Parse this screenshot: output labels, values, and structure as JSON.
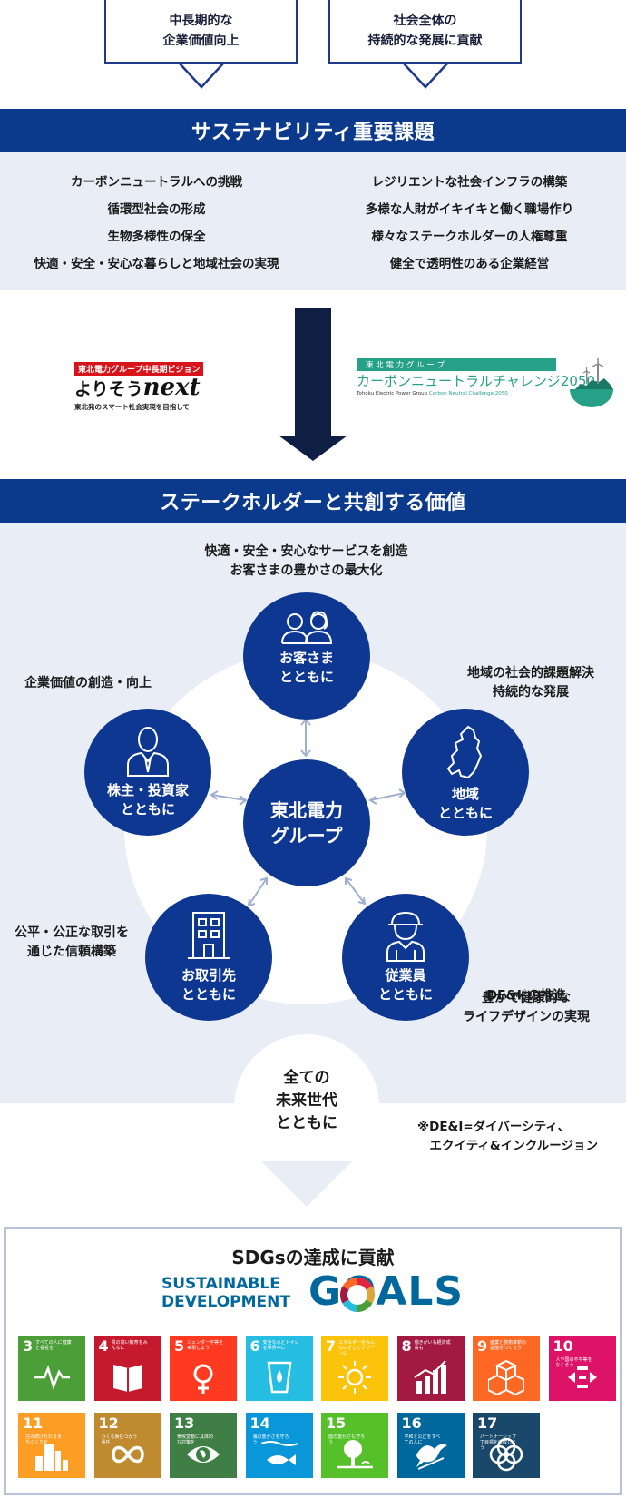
{
  "header_goals": [
    {
      "text": "中長期的な\n企業価値向上"
    },
    {
      "text": "社会全体の\n持続的な発展に貢献"
    }
  ],
  "sustainability": {
    "title": "サステナビリティ重要課題",
    "left_issues": [
      "カーボンニュートラルへの挑戦",
      "循環型社会の形成",
      "生物多様性の保全",
      "快適・安全・安心な暮らしと地域社会の実現"
    ],
    "right_issues": [
      "レジリエントな社会インフラの構築",
      "多様な人財がイキイキと働く職場作り",
      "様々なステークホルダーの人権尊重",
      "健全で透明性のある企業経営"
    ]
  },
  "logos": {
    "vision_tag": "東北電力グループ中長期ビジョン",
    "vision_name_jp": "よりそう",
    "vision_name_en": "next",
    "vision_sub": "東北発のスマート社会実現を目指して",
    "cn_tag": "東 北 電 力 グ ル ー プ",
    "cn_name": "カーボンニュートラルチャレンジ2050",
    "cn_sub_en": "Tohoku Electric Power Group",
    "cn_sub_green": "Carbon Neutral Challenge 2050"
  },
  "cocreation": {
    "title": "ステークホルダーと共創する価値",
    "center": "東北電力\nグループ",
    "customers": {
      "label": "お客さま\nとともに",
      "note": "快適・安全・安心なサービスを創造\nお客さまの豊かさの最大化"
    },
    "shareholders": {
      "label": "株主・投資家\nとともに",
      "note": "企業価値の創造・向上"
    },
    "region": {
      "label": "地域\nとともに",
      "note": "地域の社会的課題解決\n持続的な発展"
    },
    "partners": {
      "label": "お取引先\nとともに",
      "note": "公平・公正な取引を\n通じた信頼構築"
    },
    "employees": {
      "label": "従業員\nとともに",
      "note1": "DE&I",
      "note_sup": "※",
      "note_rest": "の推進",
      "note2": "豊かで健康的な\nライフデザインの実現"
    },
    "future": "全ての\n未来世代\nとともに",
    "footnote": "※DE&I=ダイバーシティ、\n　エクイティ&インクルージョン"
  },
  "sdgs": {
    "title": "SDGsの達成に貢献",
    "logo_line1": "SUSTAINABLE",
    "logo_line2": "DEVELOPMENT",
    "logo_goals": "GOALS",
    "tiles": [
      {
        "num": "3",
        "text": "すべての人に健康と福祉を",
        "color": "#4c9f38",
        "icon": "heartbeat-icon"
      },
      {
        "num": "4",
        "text": "質の高い教育をみんなに",
        "color": "#c5192d",
        "icon": "book-icon"
      },
      {
        "num": "5",
        "text": "ジェンダー平等を実現しよう",
        "color": "#ff3a21",
        "icon": "gender-icon"
      },
      {
        "num": "6",
        "text": "安全な水とトイレを世界中に",
        "color": "#26bde2",
        "icon": "water-icon"
      },
      {
        "num": "7",
        "text": "エネルギーをみんなにそしてクリーンに",
        "color": "#fcc30b",
        "icon": "sun-icon"
      },
      {
        "num": "8",
        "text": "働きがいも経済成長も",
        "color": "#a21942",
        "icon": "growth-icon"
      },
      {
        "num": "9",
        "text": "産業と技術革新の基盤をつくろう",
        "color": "#fd6925",
        "icon": "cubes-icon"
      },
      {
        "num": "10",
        "text": "人や国の不平等をなくそう",
        "color": "#dd1367",
        "icon": "equality-icon"
      },
      {
        "num": "11",
        "text": "住み続けられるまちづくりを",
        "color": "#fd9d24",
        "icon": "city-icon"
      },
      {
        "num": "12",
        "text": "つくる責任つかう責任",
        "color": "#bf8b2e",
        "icon": "infinity-icon"
      },
      {
        "num": "13",
        "text": "気候変動に具体的な対策を",
        "color": "#3f7e44",
        "icon": "eye-globe-icon"
      },
      {
        "num": "14",
        "text": "海の豊かさを守ろう",
        "color": "#0a97d9",
        "icon": "fish-icon"
      },
      {
        "num": "15",
        "text": "陸の豊かさも守ろう",
        "color": "#56c02b",
        "icon": "tree-icon"
      },
      {
        "num": "16",
        "text": "平和と公正をすべての人に",
        "color": "#00689d",
        "icon": "dove-icon"
      },
      {
        "num": "17",
        "text": "パートナーシップで目標を達成しよう",
        "color": "#19486a",
        "icon": "rings-icon"
      }
    ]
  }
}
